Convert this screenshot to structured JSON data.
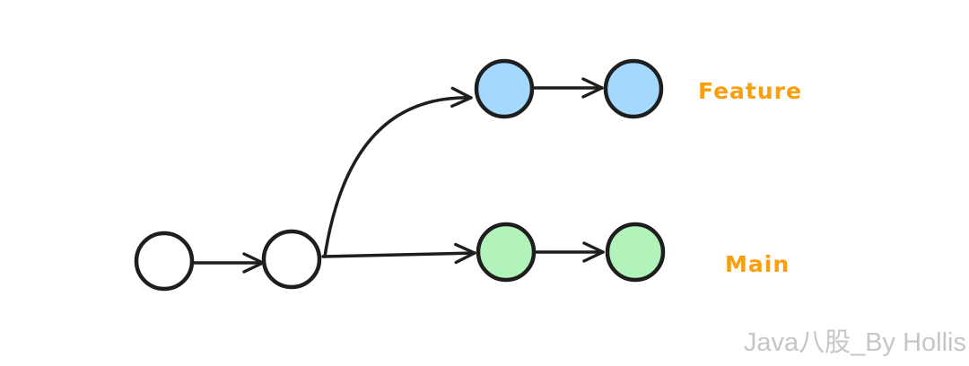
{
  "diagram": {
    "type": "git-branch-graph",
    "labels": {
      "feature": "Feature",
      "main": "Main"
    },
    "colors": {
      "stroke": "#1e1e1e",
      "commit_fill": "#ffffff",
      "feature_fill": "#a5d8ff",
      "main_fill": "#b2f2bb",
      "label": "#f99e0d"
    },
    "structure": {
      "base_commits": 2,
      "feature_commits": 2,
      "main_commits": 2,
      "edges": [
        "base-commit-1 -> base-commit-2",
        "base-commit-2 -> feature-commit-1 (curved branch)",
        "base-commit-2 -> main-commit-1",
        "feature-commit-1 -> feature-commit-2",
        "main-commit-1 -> main-commit-2"
      ]
    }
  },
  "watermark": {
    "text": "Java八股_By Hollis",
    "color": "#c6c6c6"
  }
}
